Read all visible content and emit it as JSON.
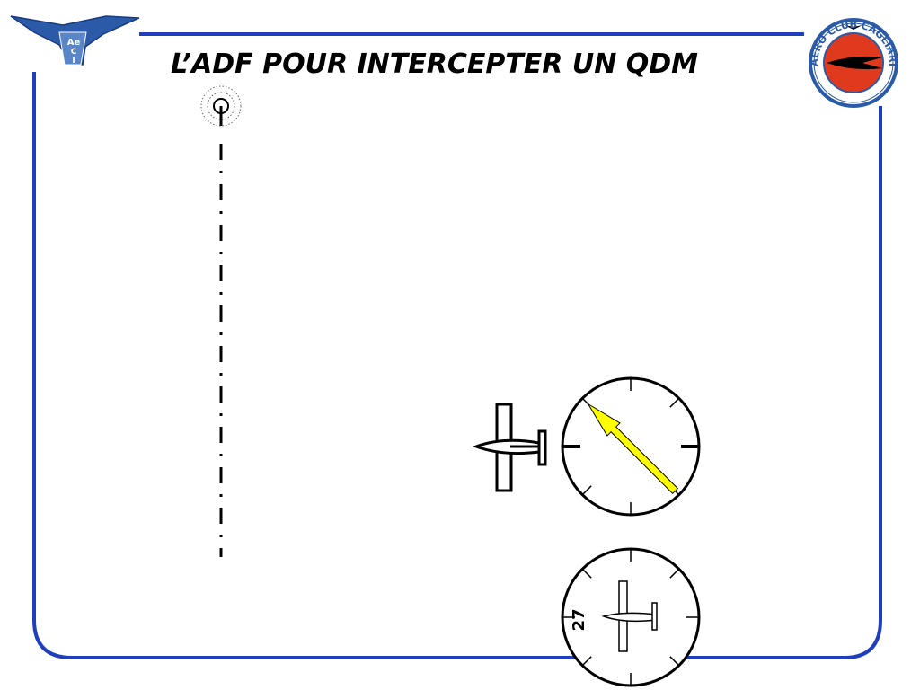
{
  "slide": {
    "title": "L’ADF POUR INTERCEPTER UN QDM"
  },
  "logos": {
    "left": {
      "text_top": "Ae",
      "text_mid": "C",
      "text_bot": "I"
    },
    "right": {
      "ring_text": "AERO CLUB CAGLIARI"
    }
  },
  "adf_indicator": {
    "needle_color": "#ffff00",
    "bearing_deg": 315
  },
  "heading_indicator": {
    "heading_label": "27",
    "heading_deg": 270
  },
  "colors": {
    "frame": "#1f3fbf",
    "logo_blue": "#2a5aa8",
    "logo_red": "#e03a1e",
    "needle": "#ffff00"
  }
}
